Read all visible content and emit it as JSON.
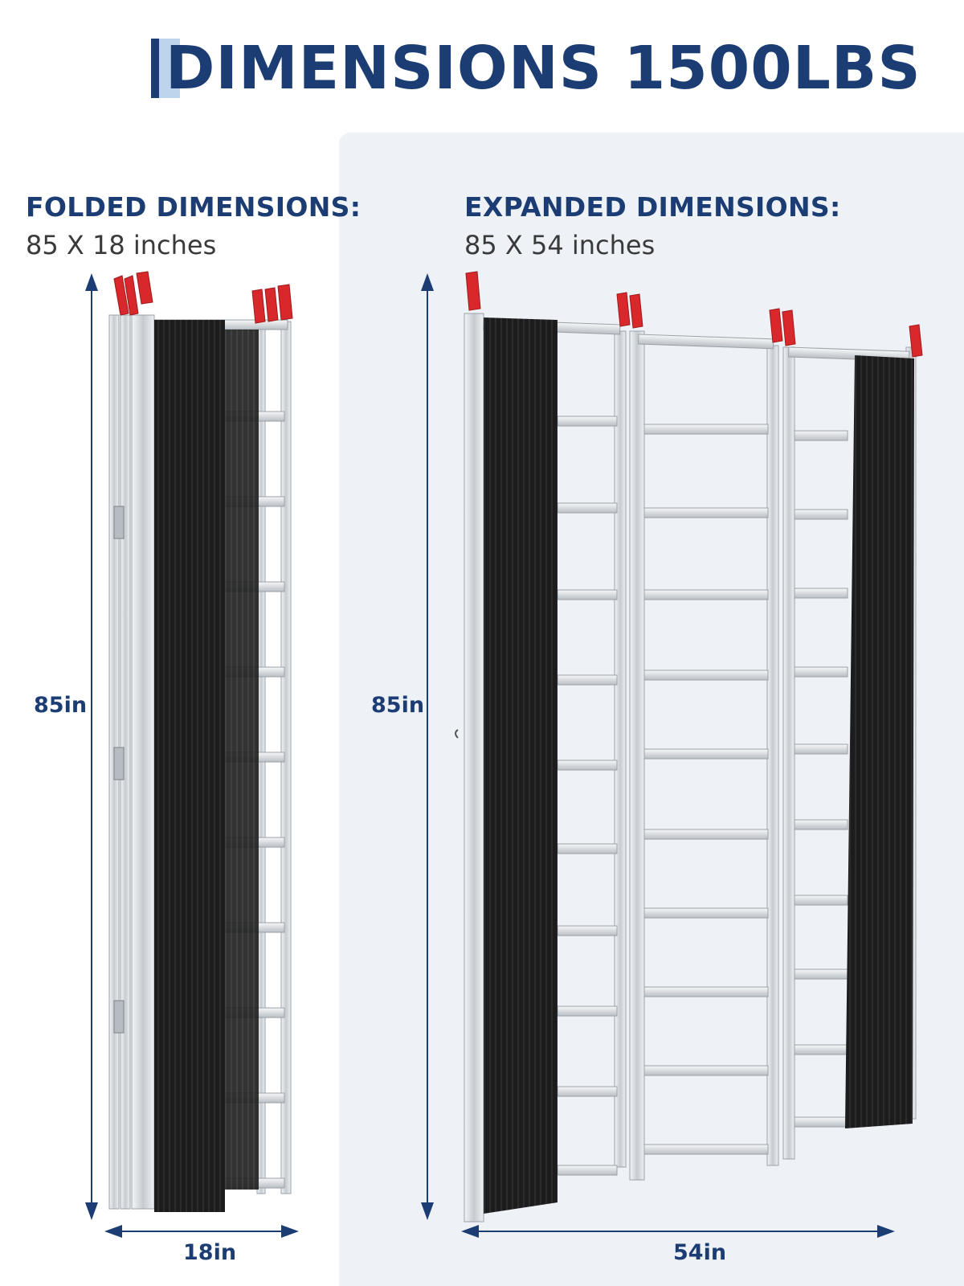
{
  "title": "DIMENSIONS 1500LBS",
  "folded": {
    "heading": "FOLDED DIMENSIONS:",
    "size": "85 X 18 inches",
    "height_label": "85in",
    "width_label": "18in"
  },
  "expanded": {
    "heading": "EXPANDED DIMENSIONS:",
    "size": "85 X 54 inches",
    "height_label": "85in",
    "width_label": "54in"
  },
  "colors": {
    "brand_navy": "#1b3d73",
    "accent_light_blue": "#bcd4ec",
    "panel_bg": "#eef2f6",
    "mat_black": "#1c1c1c",
    "aluminum": "#d2d6da",
    "end_cap_red": "#d8282b"
  }
}
